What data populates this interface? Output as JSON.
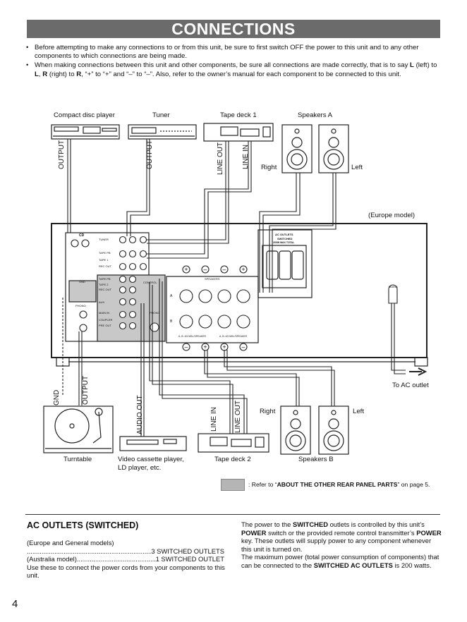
{
  "header": {
    "title": "CONNECTIONS"
  },
  "intro": {
    "bullet1": "Before attempting to make any connections to or from this unit, be sure to first switch OFF the power to this unit and to any other components to which connections are being made.",
    "bullet2_parts": [
      "When making connections between this unit and other components, be sure all connections are made correctly, that is to say ",
      "L",
      " (left) to ",
      "L",
      ", ",
      "R",
      " (right) to ",
      "R",
      ", “+” to “+” and “–” to “–”.  Also, refer to the owner’s manual for each component to be connected to this unit."
    ]
  },
  "diagram": {
    "components_top": {
      "cd": "Compact disc player",
      "tuner": "Tuner",
      "tape1": "Tape deck 1",
      "speakers_a": "Speakers A"
    },
    "components_bottom": {
      "turntable": "Turntable",
      "video": "Video cassette player,",
      "video2": "LD player, etc.",
      "tape2": "Tape deck 2",
      "speakers_b": "Speakers B"
    },
    "cable_labels": {
      "output_cd": "OUTPUT",
      "output_tuner": "OUTPUT",
      "line_out_1": "LINE OUT",
      "line_in_1": "LINE IN",
      "gnd": "GND",
      "output_tt": "OUTPUT",
      "audio_out": "AUDIO OUT",
      "line_in_2": "LINE IN",
      "line_out_2": "LINE OUT"
    },
    "side_labels": {
      "right_a": "Right",
      "left_a": "Left",
      "right_b": "Right",
      "left_b": "Left",
      "europe": "(Europe model)",
      "to_ac": "To AC outlet"
    },
    "panel_text": {
      "cd": "CD",
      "tuner": "TUNER",
      "tape_pb": "TAPE PB",
      "tape1": "TAPE 1",
      "rec_out": "REC OUT",
      "tape2_pb": "TAPE PB",
      "tape2": "TAPE 2",
      "rec_out2": "REC OUT",
      "aux": "AUX",
      "gnd": "GND",
      "phono": "PHONO",
      "main_in": "MAIN IN",
      "coupler": "COUPLER",
      "pre_out": "PRE OUT",
      "control": "CONTROL",
      "speakers": "SPEAKERS",
      "a": "A",
      "b": "B",
      "ac_outlets": "AC OUTLETS",
      "switched": "SWITCHED",
      "watts": "200W MAX TOTAL",
      "mains": "MAINS",
      "impedance": "A, B: 4Ω MIN./SPEAKER"
    },
    "legend_parts": [
      ": Refer to “",
      "ABOUT THE OTHER REAR PANEL PARTS",
      "” on page 5."
    ]
  },
  "ac_outlets": {
    "title": "AC OUTLETS (SWITCHED)",
    "europe_label": "(Europe and General models)",
    "europe_value": "3 SWITCHED OUTLETS",
    "australia_label": "(Australia model)",
    "australia_value": "1 SWITCHED OUTLET",
    "usage": "Use these to connect the power cords from your components to this unit.",
    "right_parts": [
      "The power to the ",
      "SWITCHED",
      " outlets is controlled by this unit’s ",
      "POWER",
      " switch or the provided remote control transmitter’s ",
      "POWER",
      " key.  These outlets will supply power to any component whenever this unit is turned on.",
      "The maximum power (total power consumption of components) that can be connected to the ",
      "SWITCHED AC OUTLETS",
      " is 200 watts."
    ]
  },
  "page_number": "4",
  "colors": {
    "title_bar": "#6b6b6b",
    "legend_gray": "#b5b5b5",
    "panel_gray": "#c8c8c8"
  }
}
